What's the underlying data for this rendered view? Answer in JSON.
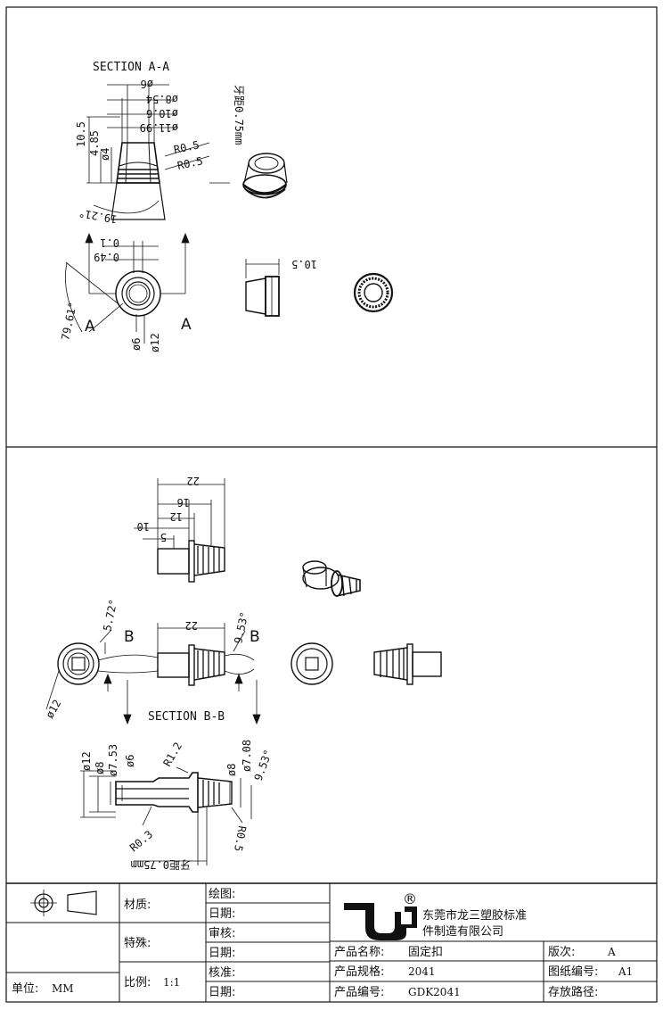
{
  "section_aa": {
    "title": "SECTION A-A",
    "dims": [
      "ø6",
      "ø8.54",
      "ø10.6",
      "ø11.99",
      "R0.5",
      "R0.5",
      "10.5",
      "4.85",
      "ø4",
      "19.21°"
    ],
    "pitch": "牙距0.75mm"
  },
  "front_view": {
    "dims": [
      "0.1",
      "0.49",
      "79.61°",
      "ø6",
      "ø12"
    ],
    "cut_label_left": "A",
    "cut_label_right": "A"
  },
  "side_view": {
    "dim_length": "10.5"
  },
  "view_b_top": {
    "dims": [
      "22",
      "16",
      "12",
      "10",
      "5"
    ]
  },
  "view_b_mid": {
    "angle_left": "5.72°",
    "angle_right": "9.53°",
    "dim_length": "22",
    "cut_label_left": "B",
    "cut_label_right": "B",
    "dia_left": "ø12"
  },
  "section_bb": {
    "title": "SECTION B-B",
    "dims_left": [
      "ø12",
      "ø8",
      "ø7.53",
      "ø6"
    ],
    "radius_top": "R1.2",
    "dims_right": [
      "ø8",
      "ø7.08",
      "9.53°"
    ],
    "radius_bottom_left": "R0.3",
    "radius_bottom_right": "R0.5",
    "pitch": "牙距0.75mm"
  },
  "title_block": {
    "material_label": "材质:",
    "special_label": "特殊:",
    "scale_label": "比例:",
    "scale_value": "1:1",
    "unit_label": "单位:",
    "unit_value": "MM",
    "draw_label": "绘图:",
    "date_label_1": "日期:",
    "review_label": "审核:",
    "date_label_2": "日期:",
    "approve_label": "核准:",
    "date_label_3": "日期:",
    "company_line1": "东莞市龙三塑胶标准",
    "company_line2": "件制造有限公司",
    "registered_mark": "®",
    "product_name_label": "产品名称:",
    "product_name_value": "固定扣",
    "product_spec_label": "产品规格:",
    "product_spec_value": "2041",
    "product_code_label": "产品编号:",
    "product_code_value": "GDK2041",
    "revision_label": "版次:",
    "revision_value": "A",
    "drawing_no_label": "图纸编号:",
    "drawing_no_value": "A1",
    "storage_path_label": "存放路径:"
  }
}
